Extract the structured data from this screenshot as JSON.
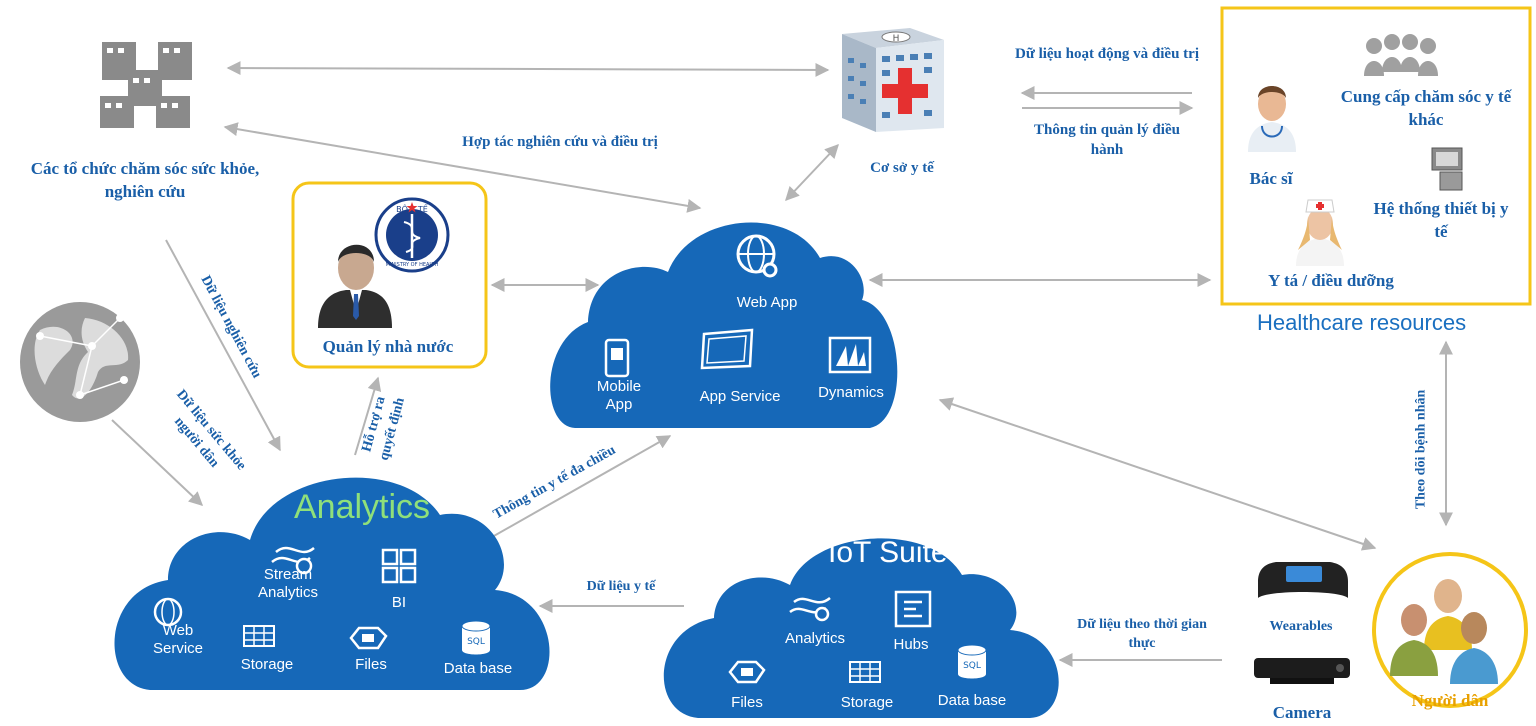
{
  "colors": {
    "accent": "#1a5fa8",
    "cloud": "#1668b8",
    "frame": "#f5c518",
    "analytics_title": "#8fe07a",
    "arrow": "#b4b4b4"
  },
  "nodes": {
    "orgs": "Các tổ chức chăm sóc sức khỏe, nghiên cứu",
    "facility": "Cơ sở y tế",
    "gov": "Quản lý nhà nước",
    "citizens": "Người dân"
  },
  "edges": {
    "ops_data": "Dữ liệu hoạt động và điều trị",
    "mgmt_info": "Thông tin quản lý điều hành",
    "research_coop": "Hợp tác nghiên cứu và điều trị",
    "research_data": "Dữ liệu nghiên cứu",
    "citizen_health": "Dữ liệu sức khỏe người dân",
    "decision_support": "Hỗ trợ ra quyết định",
    "multi_info": "Thông tin y tế đa chiều",
    "medical_data": "Dữ liệu y tế",
    "realtime_data": "Dữ liệu theo thời gian thực",
    "patient_monitor": "Theo dõi bệnh nhân"
  },
  "healthcare": {
    "title": "Healthcare resources",
    "doctor": "Bác sĩ",
    "other_care": "Cung cấp chăm sóc y tế khác",
    "devices": "Hệ thống thiết bị y tế",
    "nurse": "Y tá / điều dưỡng"
  },
  "devices": {
    "wearables": "Wearables",
    "camera": "Camera"
  },
  "web_cloud": {
    "web_app": "Web App",
    "mobile_app": "Mobile App",
    "app_service": "App Service",
    "dynamics": "Dynamics"
  },
  "analytics_cloud": {
    "title": "Analytics",
    "stream": "Stream Analytics",
    "bi": "BI",
    "web_service": "Web Service",
    "storage": "Storage",
    "files": "Files",
    "database": "Data base"
  },
  "iot_cloud": {
    "title": "IoT Suite",
    "analytics": "Analytics",
    "hubs": "Hubs",
    "files": "Files",
    "storage": "Storage",
    "database": "Data base"
  },
  "logo": {
    "top": "BỘ Y TẾ",
    "bottom": "MINISTRY OF HEALTH"
  }
}
